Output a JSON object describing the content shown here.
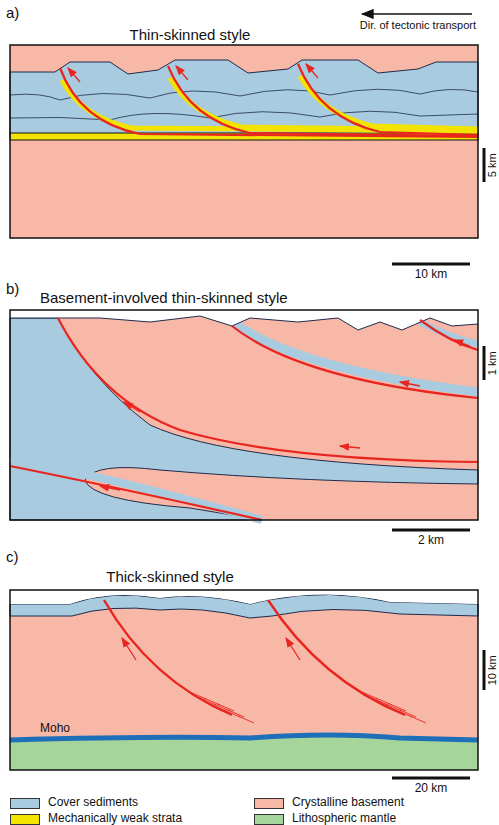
{
  "diagram": {
    "labels": [
      "a)",
      "Thin-skinned style",
      "Dir. of tectonic transport",
      "5 km",
      "10 km",
      "b)",
      "Basement-involved thin-skinned style",
      "1 km",
      "2 km",
      "c)",
      "Thick-skinned style",
      "10 km",
      "Moho",
      "20 km"
    ],
    "legend": [
      {
        "text": "Cover sediments",
        "color": "#a8cbe0"
      },
      {
        "text": "Crystalline basement",
        "color": "#f8b8a8"
      },
      {
        "text": "Mechanically weak strata",
        "color": "#f2e400"
      },
      {
        "text": "Lithospheric mantle",
        "color": "#a6d59c"
      }
    ]
  }
}
